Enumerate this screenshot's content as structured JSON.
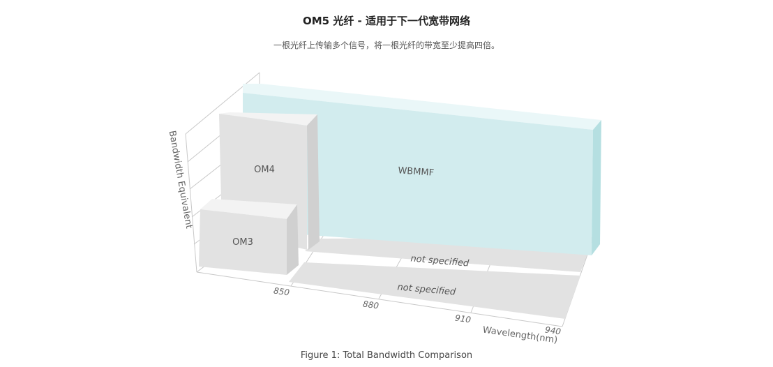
{
  "title": "OM5 光纤 - 适用于下一代宽带网络",
  "subtitle": "一根光纤上传输多个信号，将一根光纤的带宽至少提高四倍。",
  "caption": "Figure 1: Total Bandwidth Comparison",
  "chart_data": {
    "type": "bar",
    "three_d": true,
    "xlabel": "Wavelength(nm)",
    "ylabel": "Bandwidth Equivalent",
    "x_ticks": [
      "850",
      "880",
      "910",
      "940"
    ],
    "series": [
      {
        "name": "OM3",
        "label": "OM3",
        "values": [
          1,
          null,
          null,
          null
        ],
        "note": "not specified",
        "color": "#e2e2e2"
      },
      {
        "name": "OM4",
        "label": "OM4",
        "values": [
          2,
          null,
          null,
          null
        ],
        "note": "not specified",
        "color": "#e2e2e2"
      },
      {
        "name": "WBMMF",
        "label": "WBMMF",
        "values": [
          2,
          2,
          2,
          2
        ],
        "color": "#d2ecee"
      }
    ],
    "grid": true
  }
}
